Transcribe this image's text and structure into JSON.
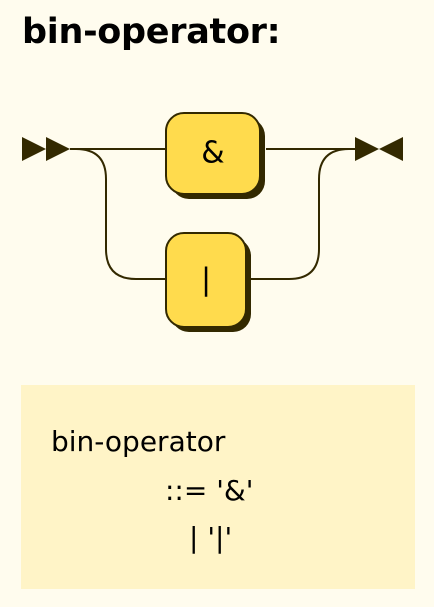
{
  "page": {
    "background": "#FFFCEE"
  },
  "rule": {
    "title": "bin-operator:"
  },
  "diagram": {
    "start_marker": "double-right-arrowheads",
    "end_marker": "arrowheads-facing-inward",
    "line_color": "#332900",
    "terminal_fill": "#FFDB4D",
    "terminal_shadow": "#332900",
    "alternatives": [
      {
        "terminal": "&"
      },
      {
        "terminal": "|"
      }
    ]
  },
  "ebnf": {
    "background": "#FFF4C7",
    "lines": [
      "bin-operator",
      "::= '&'",
      "| '|'"
    ]
  }
}
